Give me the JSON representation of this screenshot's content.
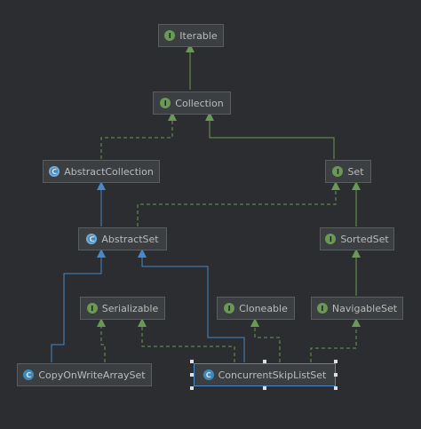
{
  "nodes": {
    "iterable": {
      "label": "Iterable",
      "kind": "interface",
      "icon": "I"
    },
    "collection": {
      "label": "Collection",
      "kind": "interface",
      "icon": "I"
    },
    "abstract_collection": {
      "label": "AbstractCollection",
      "kind": "abstract-class",
      "icon": "C"
    },
    "set": {
      "label": "Set",
      "kind": "interface",
      "icon": "I"
    },
    "abstract_set": {
      "label": "AbstractSet",
      "kind": "abstract-class",
      "icon": "C"
    },
    "sorted_set": {
      "label": "SortedSet",
      "kind": "interface",
      "icon": "I"
    },
    "serializable": {
      "label": "Serializable",
      "kind": "interface",
      "icon": "I"
    },
    "cloneable": {
      "label": "Cloneable",
      "kind": "interface",
      "icon": "I"
    },
    "navigable_set": {
      "label": "NavigableSet",
      "kind": "interface",
      "icon": "I"
    },
    "copy_on_write_array_set": {
      "label": "CopyOnWriteArraySet",
      "kind": "class",
      "icon": "C"
    },
    "concurrent_skip_list_set": {
      "label": "ConcurrentSkipListSet",
      "kind": "class",
      "icon": "C",
      "selected": true
    }
  },
  "edges": [
    {
      "from": "collection",
      "to": "iterable",
      "type": "extends-interface"
    },
    {
      "from": "abstract_collection",
      "to": "collection",
      "type": "implements"
    },
    {
      "from": "set",
      "to": "collection",
      "type": "extends-interface"
    },
    {
      "from": "abstract_set",
      "to": "abstract_collection",
      "type": "extends-class"
    },
    {
      "from": "abstract_set",
      "to": "set",
      "type": "implements"
    },
    {
      "from": "sorted_set",
      "to": "set",
      "type": "extends-interface"
    },
    {
      "from": "navigable_set",
      "to": "sorted_set",
      "type": "extends-interface"
    },
    {
      "from": "copy_on_write_array_set",
      "to": "abstract_set",
      "type": "extends-class"
    },
    {
      "from": "copy_on_write_array_set",
      "to": "serializable",
      "type": "implements"
    },
    {
      "from": "concurrent_skip_list_set",
      "to": "abstract_set",
      "type": "extends-class"
    },
    {
      "from": "concurrent_skip_list_set",
      "to": "serializable",
      "type": "implements"
    },
    {
      "from": "concurrent_skip_list_set",
      "to": "cloneable",
      "type": "implements"
    },
    {
      "from": "concurrent_skip_list_set",
      "to": "navigable_set",
      "type": "implements"
    }
  ],
  "colors": {
    "background": "#2b2d30",
    "interface_edge": "#6a9955",
    "class_edge": "#4a88c7",
    "node_fill": "#3c3f41",
    "node_border": "#5a5d60",
    "text": "#bbbbbb"
  }
}
